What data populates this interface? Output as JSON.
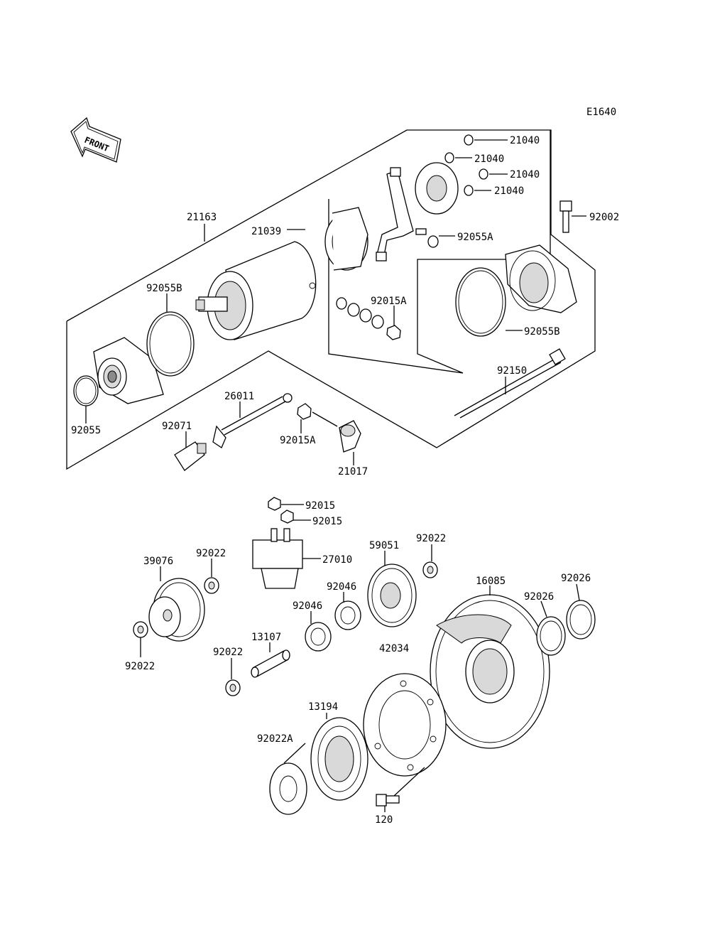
{
  "diagram_code": "E1640",
  "front_label": "FRONT",
  "labels": {
    "l21163": "21163",
    "l21039": "21039",
    "l21040a": "21040",
    "l21040b": "21040",
    "l21040c": "21040",
    "l21040d": "21040",
    "l92002": "92002",
    "l92055A": "92055A",
    "l92015A_top": "92015A",
    "l92055B_left": "92055B",
    "l92055B_right": "92055B",
    "l92150": "92150",
    "l92055": "92055",
    "l26011": "26011",
    "l92071": "92071",
    "l92015A_bottom": "92015A",
    "l21017": "21017",
    "l92015a": "92015",
    "l92015b": "92015",
    "l27010": "27010",
    "l59051": "59051",
    "l92022_top_right": "92022",
    "l39076": "39076",
    "l92022_left_top": "92022",
    "l92046_right": "92046",
    "l92046_left": "92046",
    "l16085": "16085",
    "l92026_left": "92026",
    "l92026_right": "92026",
    "l13107": "13107",
    "l92022_left_bottom": "92022",
    "l92022_mid": "92022",
    "l42034": "42034",
    "l13194": "13194",
    "l92022A": "92022A",
    "l120": "120"
  }
}
